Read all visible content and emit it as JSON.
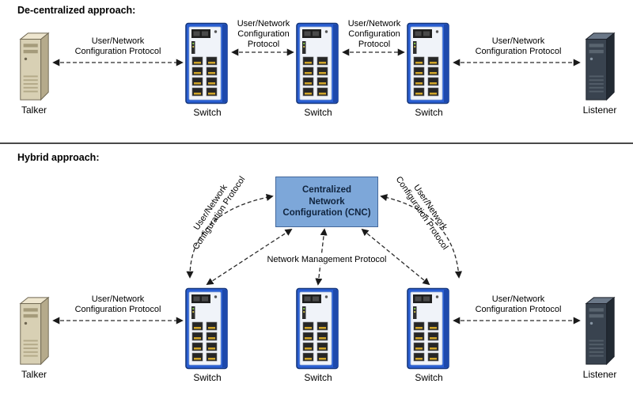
{
  "colors": {
    "switch_blue": "#2a5fd3",
    "cnc_fill": "#7da7d9",
    "cnc_border": "#44689b",
    "line": "#2a2a2a",
    "divider": "#4a4a4a"
  },
  "decentralized": {
    "title": "De-centralized approach:",
    "talker": {
      "label": "Talker"
    },
    "listener": {
      "label": "Listener"
    },
    "switches": [
      {
        "label": "Switch"
      },
      {
        "label": "Switch"
      },
      {
        "label": "Switch"
      }
    ],
    "links": [
      {
        "label": "User/Network Configuration Protocol"
      },
      {
        "label": "User/Network Configuration Protocol"
      },
      {
        "label": "User/Network Configuration Protocol"
      },
      {
        "label": "User/Network Configuration Protocol"
      }
    ]
  },
  "hybrid": {
    "title": "Hybrid approach:",
    "cnc_label": "Centralized\nNetwork\nConfiguration (CNC)",
    "nmp_label": "Network Management Protocol",
    "left_curve_label": "User/Network Configuration Protocol",
    "right_curve_label": "User/Network Configuration Protocol",
    "talker": {
      "label": "Talker"
    },
    "listener": {
      "label": "Listener"
    },
    "switches": [
      {
        "label": "Switch"
      },
      {
        "label": "Switch"
      },
      {
        "label": "Switch"
      }
    ],
    "links": [
      {
        "label": "User/Network Configuration Protocol"
      },
      {
        "label": "User/Network Configuration Protocol"
      }
    ]
  }
}
